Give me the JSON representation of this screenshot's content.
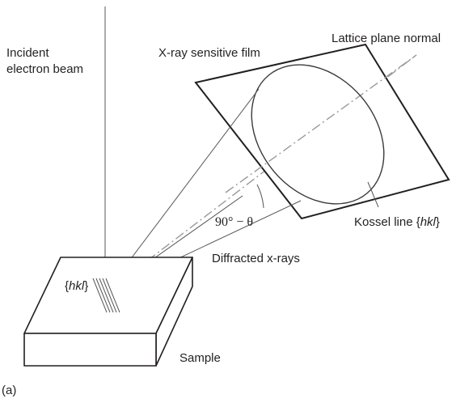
{
  "labels": {
    "incident_line1": "Incident",
    "incident_line2": "electron beam",
    "film": "X-ray sensitive film",
    "normal": "Lattice plane normal",
    "angle": "90° − θ",
    "kossel_prefix": "Kossel line {",
    "kossel_hkl": "hkl",
    "kossel_suffix": "}",
    "diffracted": "Diffracted x-rays",
    "plane_prefix": "{",
    "plane_hkl": "hkl",
    "plane_suffix": "}",
    "sample": "Sample",
    "panel": "(a)"
  }
}
